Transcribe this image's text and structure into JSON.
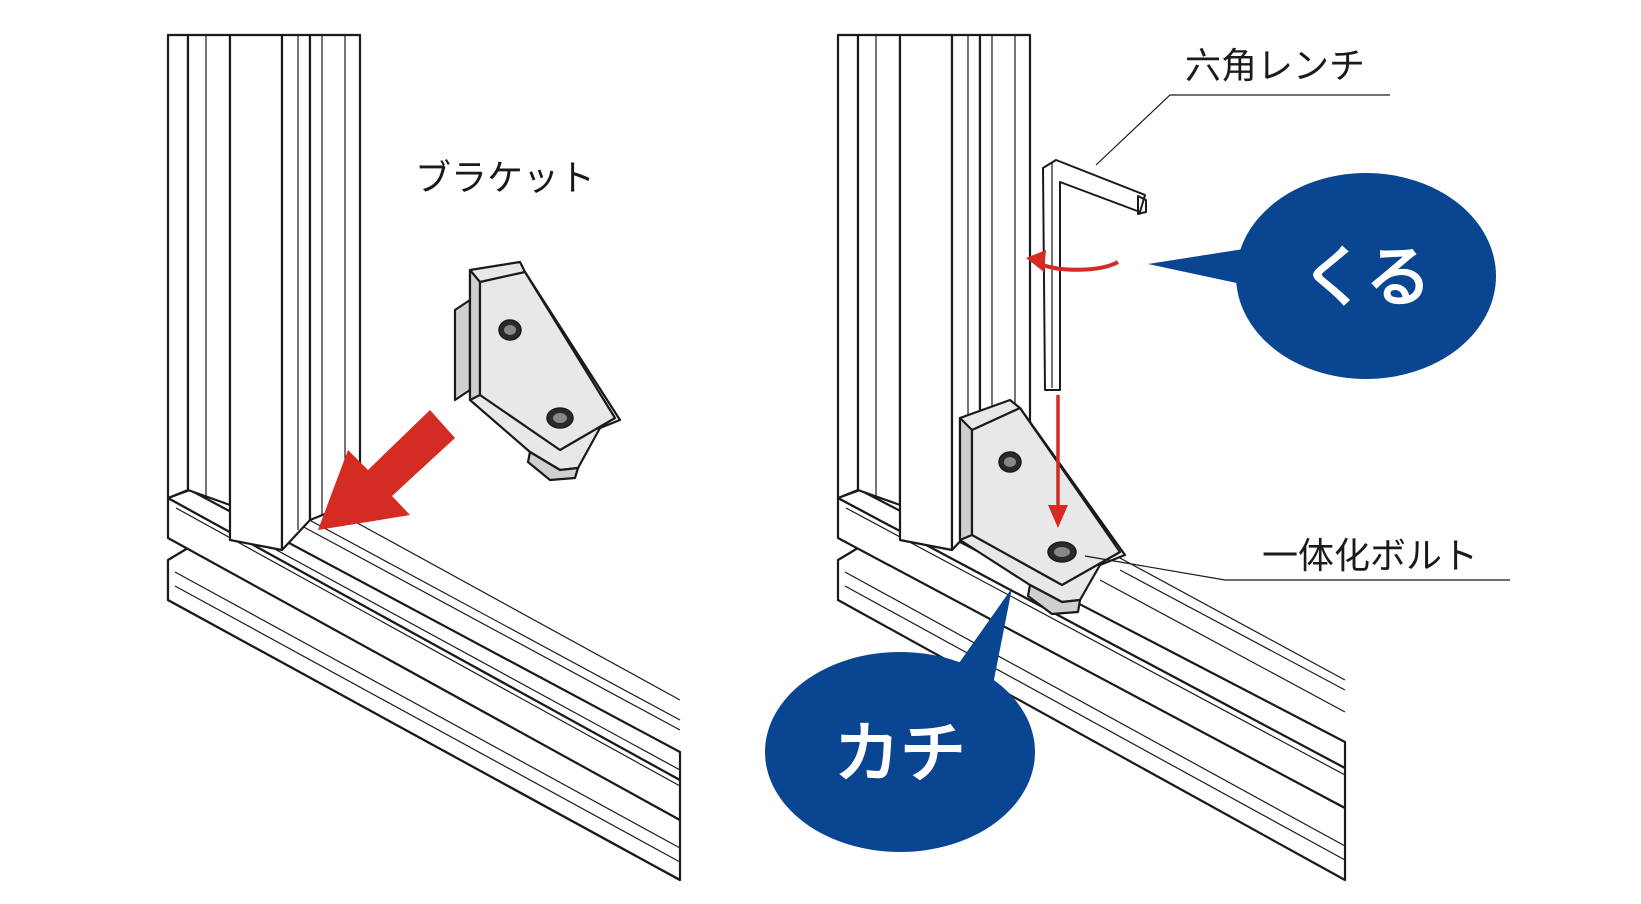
{
  "labels": {
    "bracket": "ブラケット",
    "hex_wrench": "六角レンチ",
    "integrated_bolt": "一体化ボルト"
  },
  "bubbles": {
    "turn": "くる",
    "click": "カチ"
  },
  "colors": {
    "bubble_fill": "#0a4592",
    "arrow_red": "#d42b23",
    "line": "#1a1a1a",
    "bracket_gray": "#e8e8e8"
  },
  "icons": {
    "insert_arrow": "red-arrow-icon",
    "rotate_arrow": "rotation-arrow-icon",
    "down_arrow": "red-down-arrow-icon"
  }
}
